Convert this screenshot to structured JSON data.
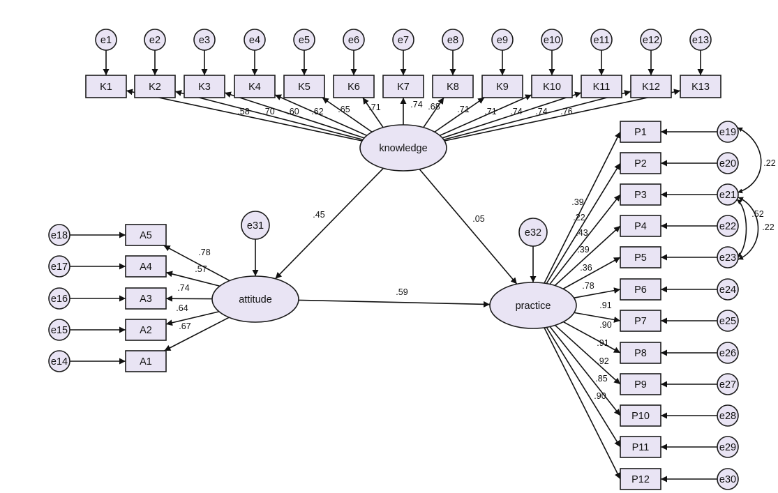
{
  "diagram": {
    "latents": {
      "knowledge": "knowledge",
      "attitude": "attitude",
      "practice": "practice"
    },
    "knowledge_items": [
      {
        "item": "K1",
        "error": "e1"
      },
      {
        "item": "K2",
        "error": "e2"
      },
      {
        "item": "K3",
        "error": "e3"
      },
      {
        "item": "K4",
        "error": "e4"
      },
      {
        "item": "K5",
        "error": "e5"
      },
      {
        "item": "K6",
        "error": "e6"
      },
      {
        "item": "K7",
        "error": "e7"
      },
      {
        "item": "K8",
        "error": "e8"
      },
      {
        "item": "K9",
        "error": "e9"
      },
      {
        "item": "K10",
        "error": "e10"
      },
      {
        "item": "K11",
        "error": "e11"
      },
      {
        "item": "K12",
        "error": "e12"
      },
      {
        "item": "K13",
        "error": "e13"
      }
    ],
    "knowledge_loadings": [
      ".58",
      ".70",
      ".60",
      ".62",
      ".65",
      ".71",
      ".74",
      ".68",
      ".71",
      ".71",
      ".74",
      ".74",
      ".76"
    ],
    "attitude_items": [
      {
        "item": "A5",
        "error": "e18",
        "loading": ".78"
      },
      {
        "item": "A4",
        "error": "e17",
        "loading": ".57"
      },
      {
        "item": "A3",
        "error": "e16",
        "loading": ".74"
      },
      {
        "item": "A2",
        "error": "e15",
        "loading": ".64"
      },
      {
        "item": "A1",
        "error": "e14",
        "loading": ".67"
      }
    ],
    "practice_items": [
      {
        "item": "P1",
        "error": "e19",
        "loading": ".39"
      },
      {
        "item": "P2",
        "error": "e20",
        "loading": ".22"
      },
      {
        "item": "P3",
        "error": "e21",
        "loading": ".43"
      },
      {
        "item": "P4",
        "error": "e22",
        "loading": ".39"
      },
      {
        "item": "P5",
        "error": "e23",
        "loading": ".36"
      },
      {
        "item": "P6",
        "error": "e24",
        "loading": ".78"
      },
      {
        "item": "P7",
        "error": "e25",
        "loading": ".91"
      },
      {
        "item": "P8",
        "error": "e26",
        "loading": ".90"
      },
      {
        "item": "P9",
        "error": "e27",
        "loading": ".91"
      },
      {
        "item": "P10",
        "error": "e28",
        "loading": ".92"
      },
      {
        "item": "P11",
        "error": "e29",
        "loading": ".85"
      },
      {
        "item": "P12",
        "error": "e30",
        "loading": ".90"
      }
    ],
    "structural_paths": [
      {
        "from": "knowledge",
        "to": "attitude",
        "coef": ".45"
      },
      {
        "from": "knowledge",
        "to": "practice",
        "coef": ".05"
      },
      {
        "from": "attitude",
        "to": "practice",
        "coef": ".59"
      }
    ],
    "disturbances": {
      "attitude": "e31",
      "practice": "e32"
    },
    "covariances": [
      {
        "between": [
          "e19",
          "e21"
        ],
        "coef": ".22"
      },
      {
        "between": [
          "e21",
          "e23"
        ],
        "coef": ".52"
      },
      {
        "between": [
          "e21",
          "e23"
        ],
        "coef": ".22"
      }
    ]
  }
}
